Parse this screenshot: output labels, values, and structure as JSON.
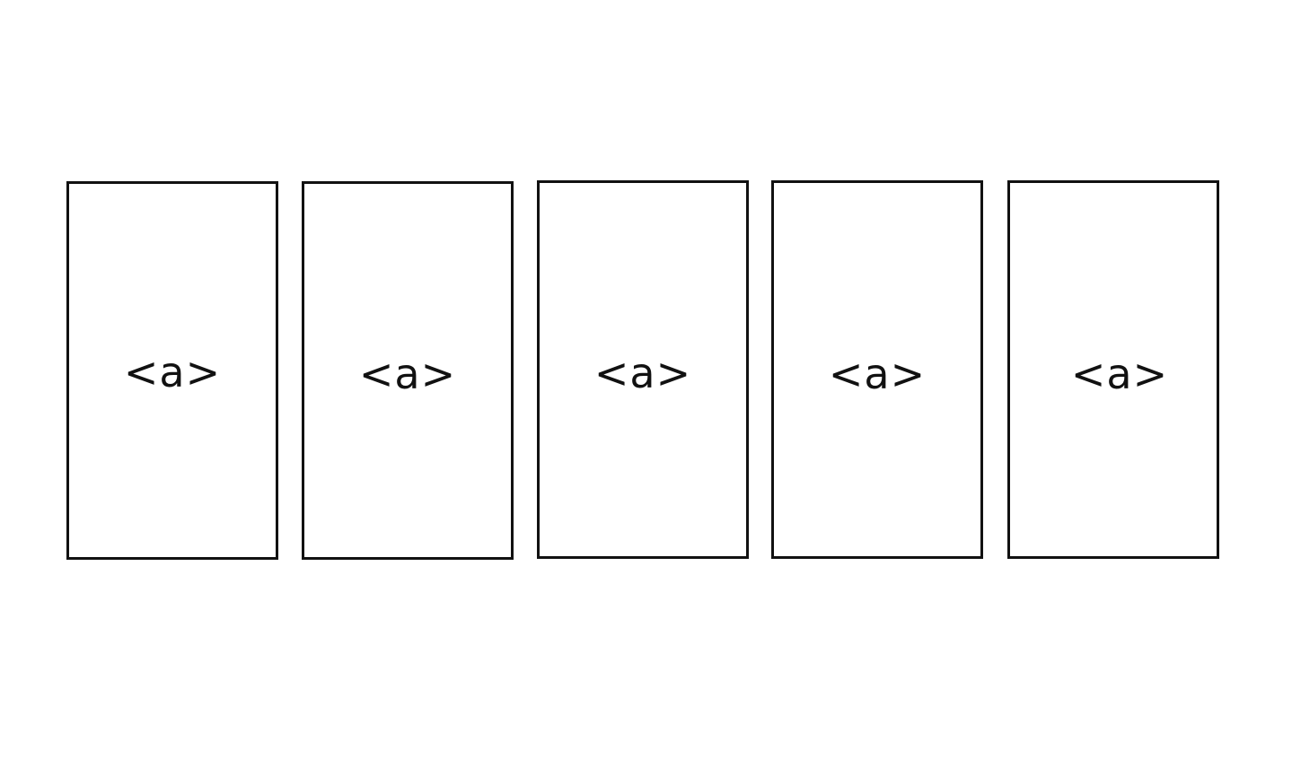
{
  "boxes": [
    {
      "label": "<a>"
    },
    {
      "label": "<a>"
    },
    {
      "label": "<a>"
    },
    {
      "label": "<a>"
    },
    {
      "label": "<a>"
    }
  ],
  "colors": {
    "background": "#ffffff",
    "stroke": "#111111",
    "text": "#111111"
  }
}
